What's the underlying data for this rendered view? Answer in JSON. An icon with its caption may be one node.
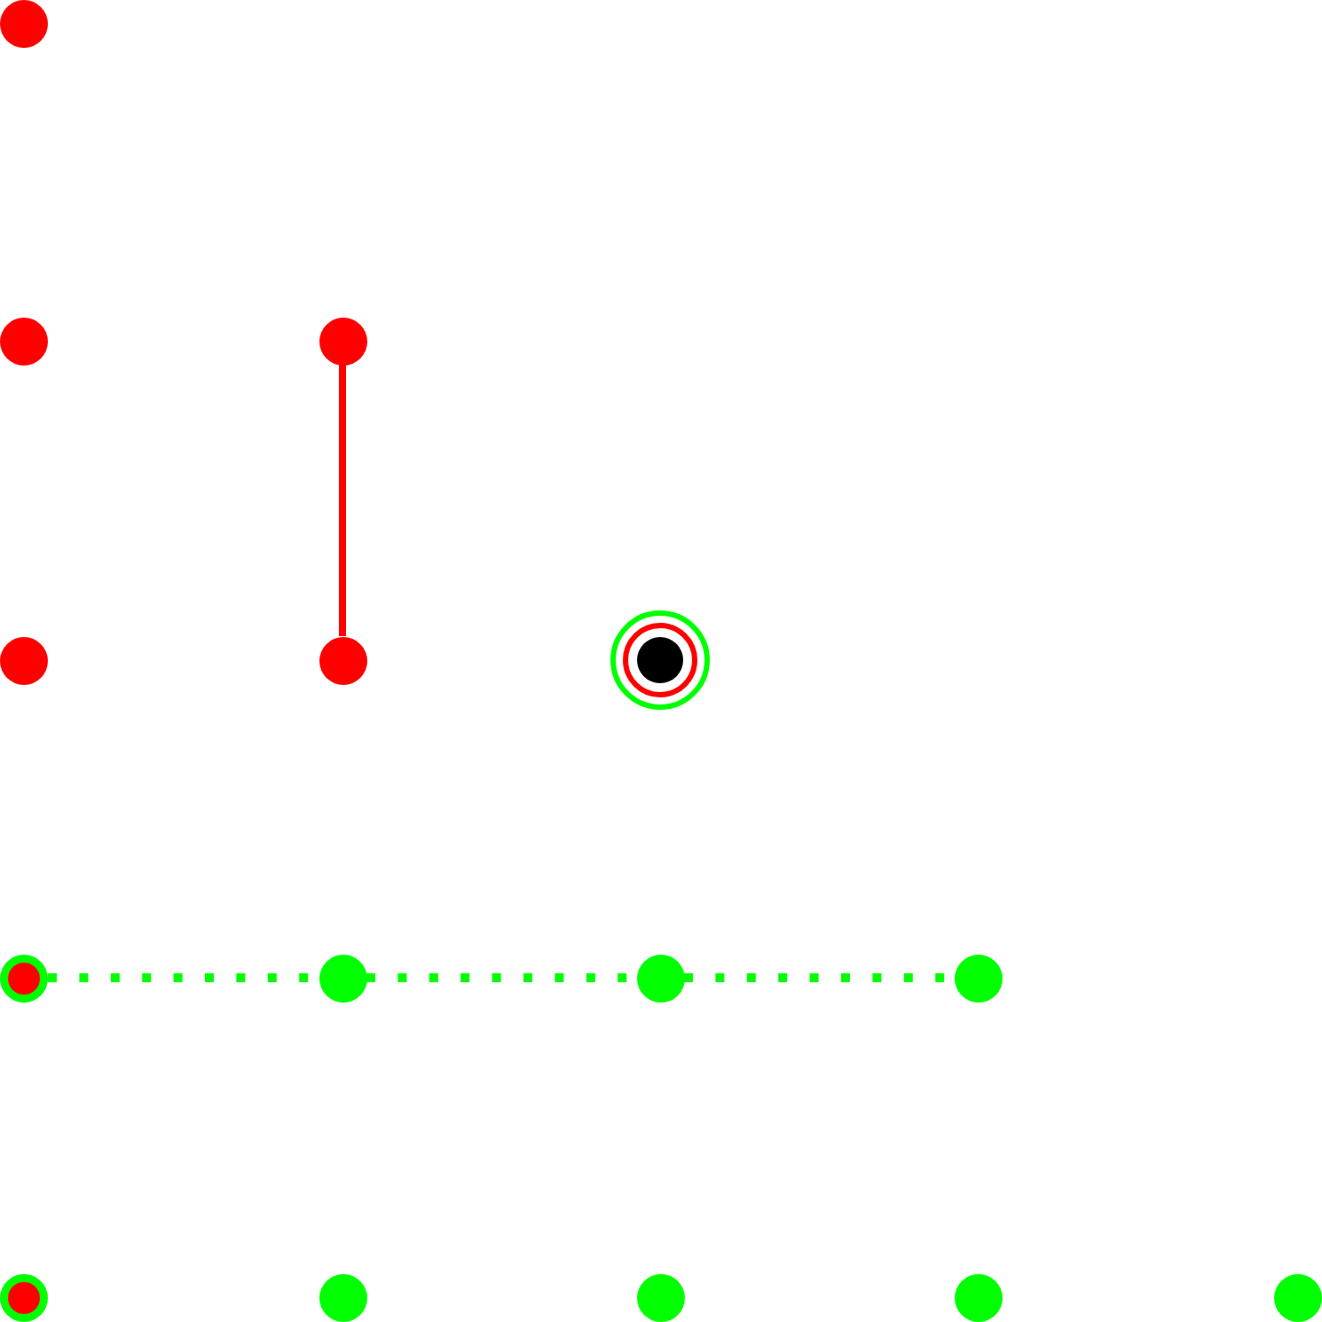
{
  "diagram": {
    "nodes": [
      {
        "text": [],
        "shape": "circle"
      },
      {
        "text": [],
        "shape": "circle"
      },
      {
        "text": [],
        "shape": "circle"
      },
      {
        "text": [],
        "shape": "circle"
      },
      {
        "text": [],
        "shape": "circle"
      },
      {
        "text": [],
        "shape": "circle"
      },
      {
        "text": [],
        "shape": "circle"
      },
      {
        "text": [],
        "shape": "circle"
      },
      {
        "text": [],
        "shape": "circle"
      },
      {
        "text": [],
        "shape": "circle"
      },
      {
        "text": [],
        "shape": "circle"
      },
      {
        "text": [],
        "shape": "circle"
      },
      {
        "text": [],
        "shape": "circle"
      },
      {
        "text": [],
        "shape": "circle"
      },
      {
        "text": [],
        "shape": "circle"
      }
    ],
    "edges": [
      {
        "from": 2,
        "to": 4,
        "arrow": "none",
        "color": "#ff0000"
      },
      {
        "from": 6,
        "to": 7,
        "arrow": "none",
        "style": "dashed",
        "color": "#00ff00"
      },
      {
        "from": 7,
        "to": 8,
        "arrow": "none",
        "style": "dashed",
        "color": "#00ff00"
      },
      {
        "from": 8,
        "to": 9,
        "arrow": "none",
        "style": "dashed",
        "color": "#00ff00"
      }
    ]
  }
}
